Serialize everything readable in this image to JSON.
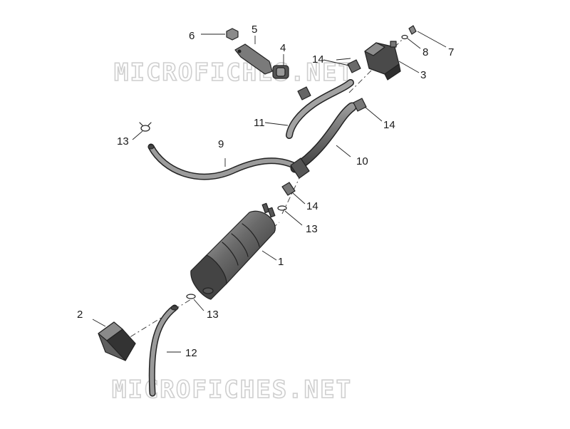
{
  "watermark": {
    "text": "MICROFICHES.NET",
    "color": "#cfcfcf"
  },
  "callouts": {
    "c1": "1",
    "c2": "2",
    "c3": "3",
    "c4": "4",
    "c5": "5",
    "c6": "6",
    "c7": "7",
    "c8": "8",
    "c9": "9",
    "c10": "10",
    "c11": "11",
    "c12": "12",
    "c13_top": "13",
    "c13_mid": "13",
    "c13_low": "13",
    "c14_top": "14",
    "c14_right": "14",
    "c14_mid": "14"
  },
  "colors": {
    "part_fill": "#6d6d6d",
    "part_dark": "#3c3c3c",
    "part_light": "#a8a8a8",
    "line": "#222222"
  }
}
